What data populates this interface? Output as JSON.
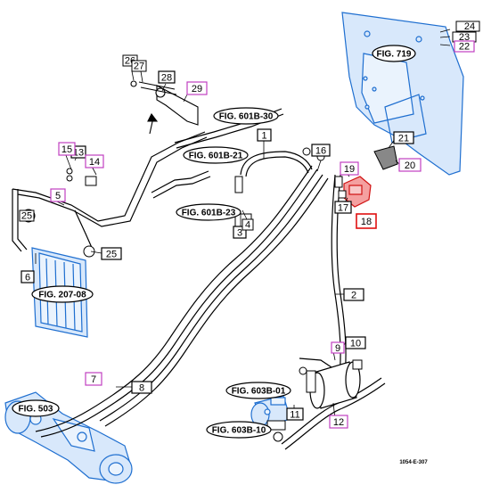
{
  "callouts_black": [
    "1",
    "2",
    "3",
    "4",
    "6",
    "8",
    "10",
    "11",
    "13",
    "16",
    "17",
    "21",
    "23",
    "24",
    "25",
    "25",
    "26",
    "27",
    "28"
  ],
  "callouts_magenta": [
    "5",
    "7",
    "9",
    "12",
    "14",
    "15",
    "19",
    "20",
    "22",
    "29"
  ],
  "callout_highlight": "18",
  "figure_refs": [
    "FIG. 719",
    "FIG. 601B-30",
    "FIG. 601B-21",
    "FIG. 601B-23",
    "FIG. 207-08",
    "FIG. 503",
    "FIG. 603B-01",
    "FIG. 603B-10"
  ],
  "drawing_code": "1054-E-307",
  "colors": {
    "part_blue": "#1f6fd0",
    "part_fill": "#d8e8fb",
    "callout_magenta": "#c040c0",
    "highlight_red": "#e01010",
    "line_black": "#000000"
  }
}
